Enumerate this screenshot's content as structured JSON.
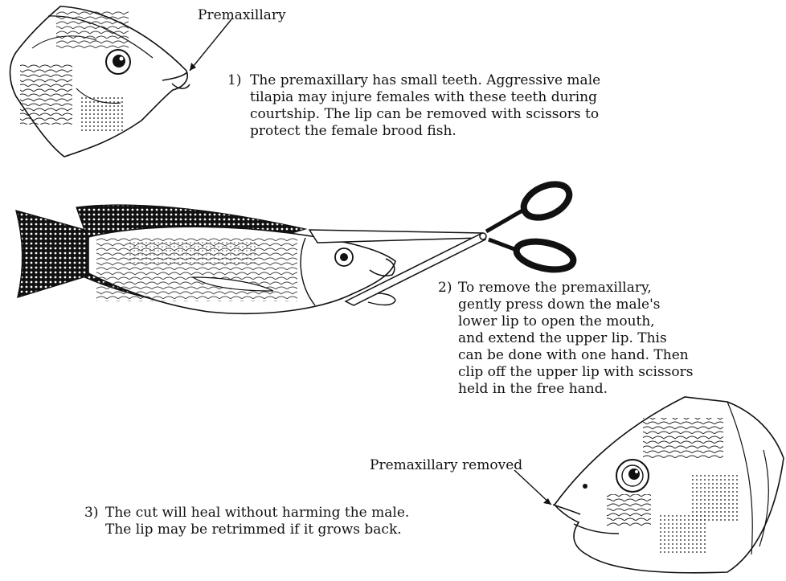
{
  "labels": {
    "premaxillary": "Premaxillary",
    "premaxillary_removed": "Premaxillary removed"
  },
  "steps": [
    {
      "number": "1)",
      "lines": [
        "The premaxillary has small teeth. Aggressive male",
        "tilapia may injure females with these teeth during",
        "courtship. The lip can be removed with scissors to",
        "protect the female brood fish."
      ]
    },
    {
      "number": "2)",
      "lines": [
        "To remove the premaxillary,",
        "gently press down the male's",
        "lower lip to open the mouth,",
        "and extend the upper lip. This",
        "can be done with one hand. Then",
        "clip off the upper lip with scissors",
        "held in the free hand."
      ]
    },
    {
      "number": "3)",
      "lines": [
        "The cut will heal without harming the male.",
        "The lip may be retrimmed if it grows back."
      ]
    }
  ],
  "icons": {
    "fish_head_intact": "fish-head-icon",
    "whole_fish": "tilapia-icon",
    "scissors": "scissors-icon",
    "fish_head_trimmed": "fish-head-icon"
  }
}
